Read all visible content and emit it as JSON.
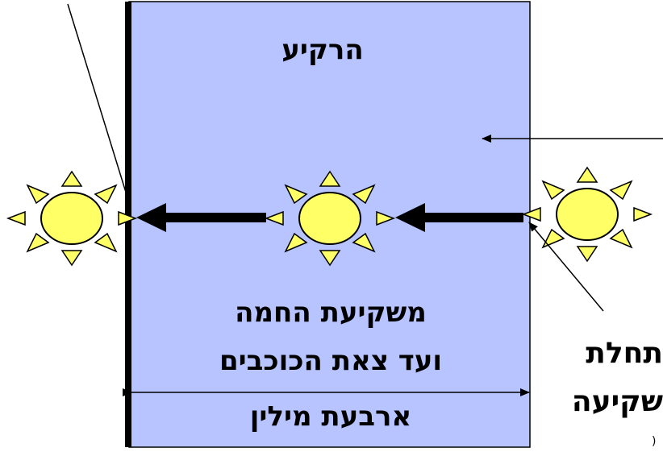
{
  "labels": {
    "sky": "הרקיע",
    "sunset_line1": "משקיעת החמה",
    "sunset_line2": "ועד צאת הכוכבים",
    "distance": "ארבעת מילין",
    "sunset_begin_line1": "תחלת",
    "sunset_begin_line2": "שקיעה",
    "corner_mark": "("
  },
  "icons": {
    "sun": "sun-icon",
    "arrow": "arrow-icon"
  },
  "colors": {
    "sky_fill": "#b7c4ff",
    "sun_fill": "#ffff66",
    "outline": "#000000",
    "background": "#ffffff"
  }
}
